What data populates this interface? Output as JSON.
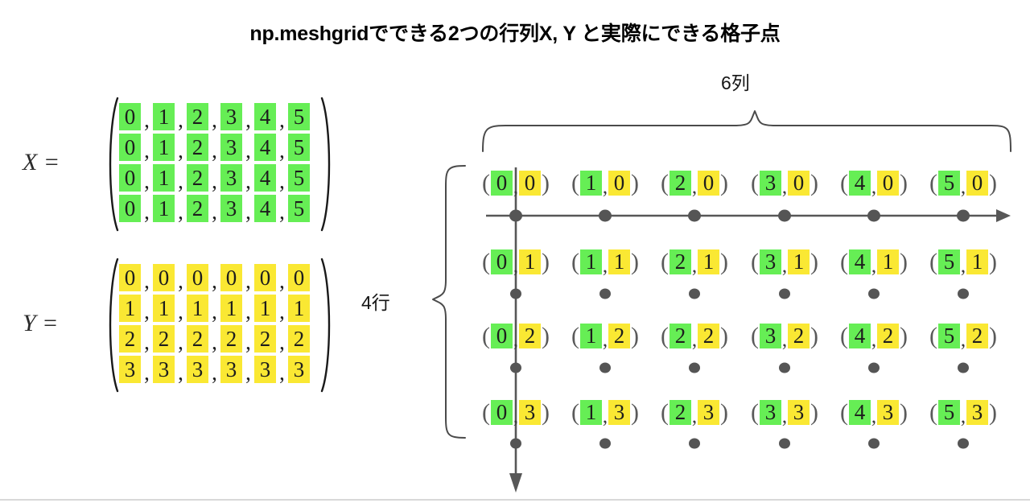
{
  "title": "np.meshgridでできる2つの行列X, Y と実際にできる格子点",
  "matrices": {
    "x": {
      "label": "X =",
      "highlight_color": "#66ee55",
      "rows": [
        [
          "0",
          "1",
          "2",
          "3",
          "4",
          "5"
        ],
        [
          "0",
          "1",
          "2",
          "3",
          "4",
          "5"
        ],
        [
          "0",
          "1",
          "2",
          "3",
          "4",
          "5"
        ],
        [
          "0",
          "1",
          "2",
          "3",
          "4",
          "5"
        ]
      ]
    },
    "y": {
      "label": "Y =",
      "highlight_color": "#fae833",
      "rows": [
        [
          "0",
          "0",
          "0",
          "0",
          "0",
          "0"
        ],
        [
          "1",
          "1",
          "1",
          "1",
          "1",
          "1"
        ],
        [
          "2",
          "2",
          "2",
          "2",
          "2",
          "2"
        ],
        [
          "3",
          "3",
          "3",
          "3",
          "3",
          "3"
        ]
      ]
    },
    "separator": ","
  },
  "annotations": {
    "columns_label": "6列",
    "rows_label": "4行"
  },
  "grid": {
    "x_color": "#66ee55",
    "y_color": "#fae833",
    "open_paren": "(",
    "close_paren": ")",
    "separator": ",",
    "points": [
      [
        {
          "x": "0",
          "y": "0"
        },
        {
          "x": "1",
          "y": "0"
        },
        {
          "x": "2",
          "y": "0"
        },
        {
          "x": "3",
          "y": "0"
        },
        {
          "x": "4",
          "y": "0"
        },
        {
          "x": "5",
          "y": "0"
        }
      ],
      [
        {
          "x": "0",
          "y": "1"
        },
        {
          "x": "1",
          "y": "1"
        },
        {
          "x": "2",
          "y": "1"
        },
        {
          "x": "3",
          "y": "1"
        },
        {
          "x": "4",
          "y": "1"
        },
        {
          "x": "5",
          "y": "1"
        }
      ],
      [
        {
          "x": "0",
          "y": "2"
        },
        {
          "x": "1",
          "y": "2"
        },
        {
          "x": "2",
          "y": "2"
        },
        {
          "x": "3",
          "y": "2"
        },
        {
          "x": "4",
          "y": "2"
        },
        {
          "x": "5",
          "y": "2"
        }
      ],
      [
        {
          "x": "0",
          "y": "3"
        },
        {
          "x": "1",
          "y": "3"
        },
        {
          "x": "2",
          "y": "3"
        },
        {
          "x": "3",
          "y": "3"
        },
        {
          "x": "4",
          "y": "3"
        },
        {
          "x": "5",
          "y": "3"
        }
      ]
    ]
  },
  "axes": {
    "axis_color": "#575757",
    "dot_color": "#555555"
  }
}
